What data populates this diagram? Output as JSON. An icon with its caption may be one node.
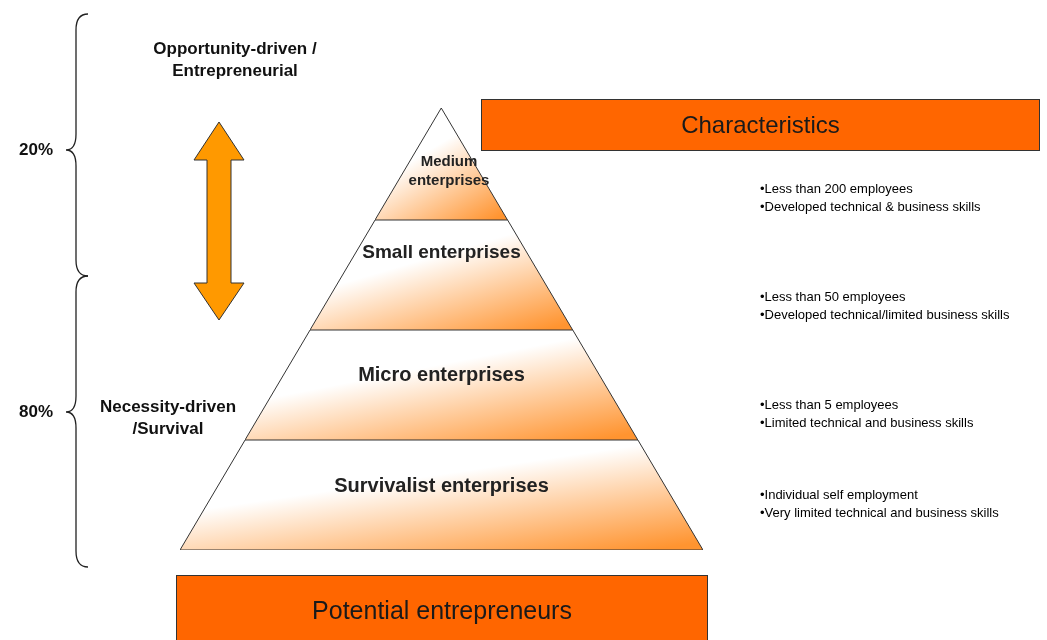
{
  "diagram": {
    "nodes": [
      {
        "text": [
          "Characteristics"
        ]
      },
      {
        "text": [
          "Medium enterprises"
        ]
      },
      {
        "text": [
          "Small enterprises"
        ]
      },
      {
        "text": [
          "Micro enterprises"
        ]
      },
      {
        "text": [
          "Survivalist enterprises"
        ]
      },
      {
        "text": [
          "Potential entrepreneurs"
        ]
      }
    ],
    "edges": [],
    "labels": [
      "Opportunity-driven / Entrepreneurial",
      "20%",
      "•Less than 200 employees",
      "•Developed technical & business skills",
      "•Less than 50 employees",
      "•Developed technical/limited business skills",
      "80%",
      "Necessity-driven /Survival",
      "•Less than 5 employees",
      "•Limited technical and business skills",
      "•Individual self employment",
      "•Very limited technical and business skills"
    ]
  }
}
